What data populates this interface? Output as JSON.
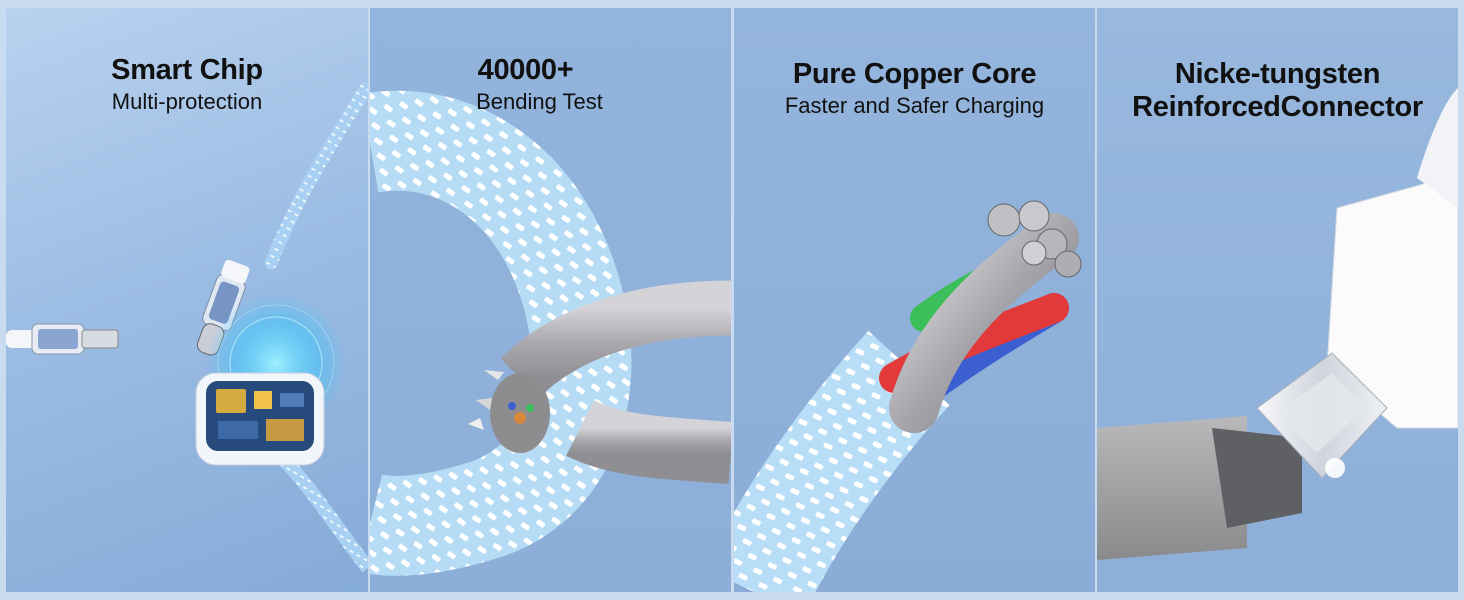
{
  "panels": [
    {
      "title": "Smart Chip",
      "subtitle": "Multi-protection"
    },
    {
      "title": "40000+",
      "subtitle": "Bending Test"
    },
    {
      "title": "Pure Copper Core",
      "subtitle": "Faster and Safer Charging"
    },
    {
      "title_line1": "Nicke-tungsten",
      "title_line2": "ReinforcedConnector"
    }
  ],
  "colors": {
    "background": "#8fb1da",
    "braid": "#bfe0f7",
    "braid_weave": "#ffffff",
    "cable_grey": "#a9a9ad",
    "wire_green": "#3bbf5a",
    "wire_red": "#e23a3a",
    "wire_blue": "#3b5fd1",
    "chip_glow": "#36c6ff"
  }
}
